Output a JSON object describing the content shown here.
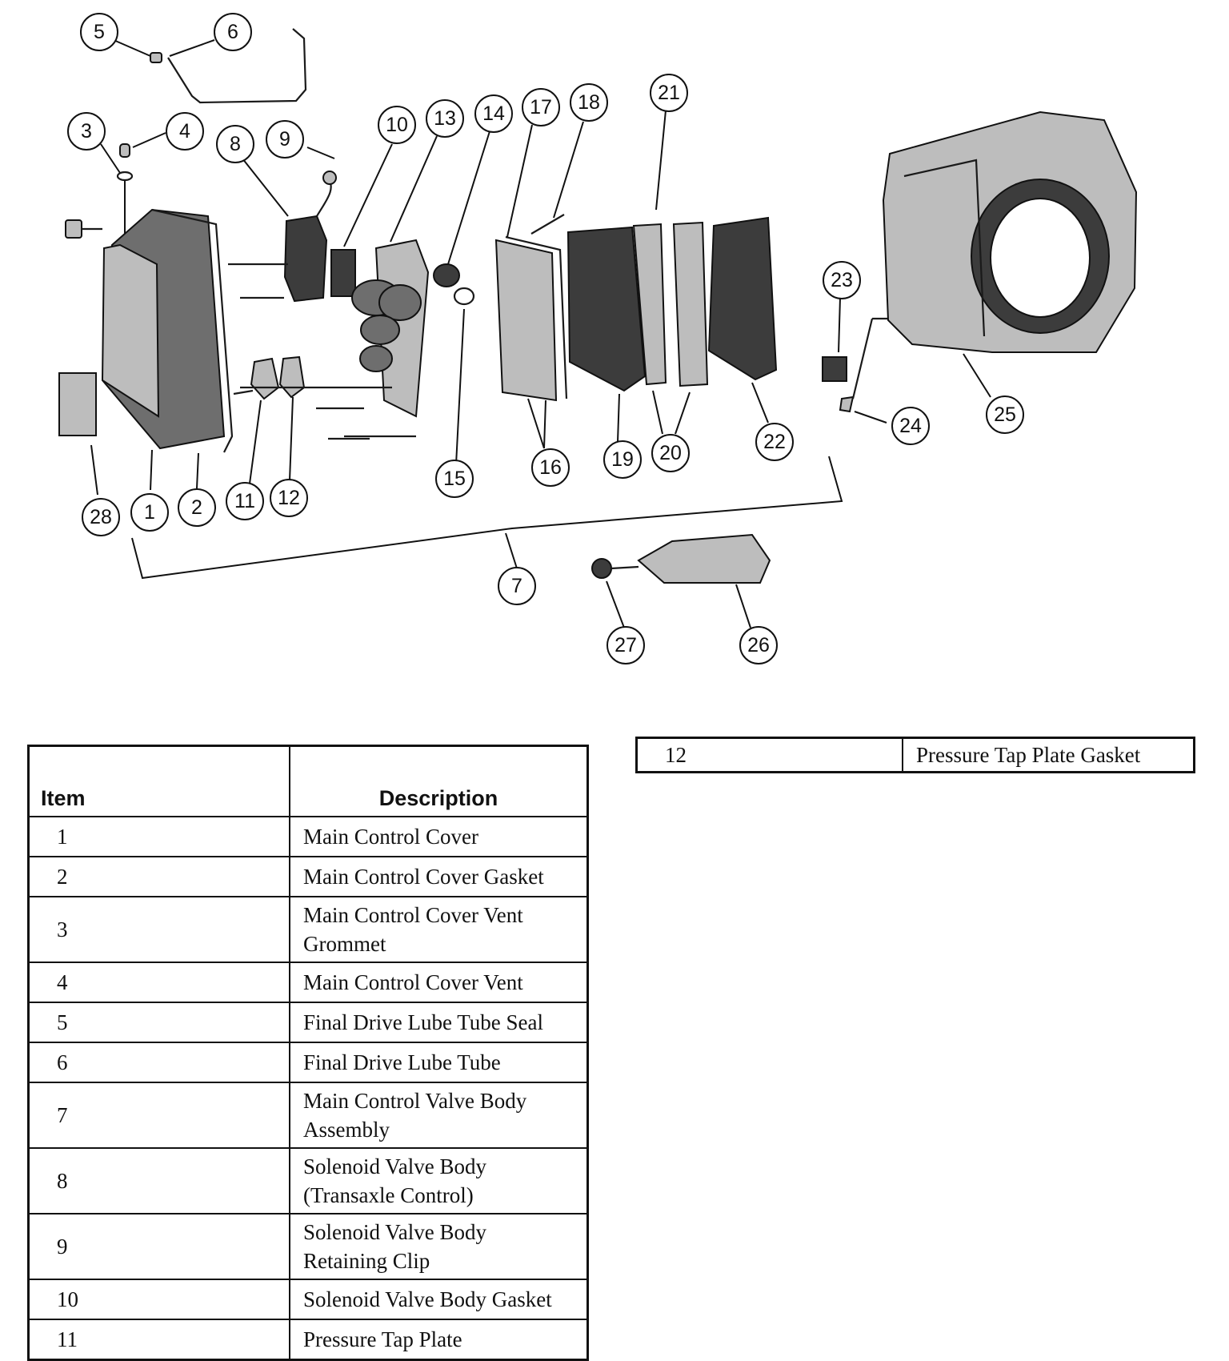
{
  "diagram": {
    "callouts": [
      "1",
      "2",
      "3",
      "4",
      "5",
      "6",
      "7",
      "8",
      "9",
      "10",
      "11",
      "12",
      "13",
      "14",
      "15",
      "16",
      "17",
      "18",
      "19",
      "20",
      "21",
      "22",
      "23",
      "24",
      "25",
      "26",
      "27",
      "28"
    ]
  },
  "table": {
    "headers": {
      "item": "Item",
      "description": "Description"
    },
    "rows": [
      {
        "item": "1",
        "description": "Main Control Cover"
      },
      {
        "item": "2",
        "description": "Main Control Cover Gasket"
      },
      {
        "item": "3",
        "description": "Main Control Cover Vent Grommet"
      },
      {
        "item": "4",
        "description": "Main Control Cover Vent"
      },
      {
        "item": "5",
        "description": "Final Drive Lube Tube Seal"
      },
      {
        "item": "6",
        "description": "Final Drive Lube Tube"
      },
      {
        "item": "7",
        "description": "Main Control Valve Body Assembly"
      },
      {
        "item": "8",
        "description": "Solenoid Valve Body (Transaxle Control)"
      },
      {
        "item": "9",
        "description": "Solenoid Valve Body Retaining Clip"
      },
      {
        "item": "10",
        "description": "Solenoid Valve Body Gasket"
      },
      {
        "item": "11",
        "description": "Pressure Tap Plate"
      }
    ],
    "continued_rows": [
      {
        "item": "12",
        "description": "Pressure Tap Plate Gasket"
      }
    ]
  }
}
